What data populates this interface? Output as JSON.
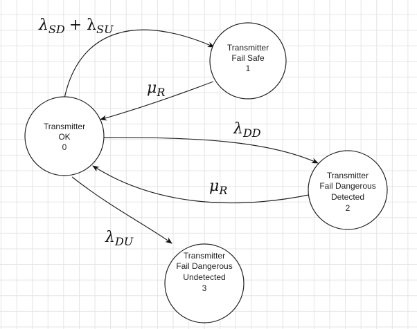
{
  "states": [
    {
      "id": "0",
      "lines": [
        "Transmitter",
        "OK",
        "0"
      ]
    },
    {
      "id": "1",
      "lines": [
        "Transmitter",
        "Fail Safe",
        "1"
      ]
    },
    {
      "id": "2",
      "lines": [
        "Transmitter",
        "Fail Dangerous",
        "Detected",
        "2"
      ]
    },
    {
      "id": "3",
      "lines": [
        "Transmitter",
        "Fail Dangerous",
        "Undetected",
        "3"
      ]
    }
  ],
  "transitions": [
    {
      "from": "0",
      "to": "1",
      "label": "λ",
      "sub": "SD",
      "label2": "+ λ",
      "sub2": "SU"
    },
    {
      "from": "1",
      "to": "0",
      "label": "μ",
      "sub": "R"
    },
    {
      "from": "0",
      "to": "2",
      "label": "λ",
      "sub": "DD"
    },
    {
      "from": "2",
      "to": "0",
      "label": "μ",
      "sub": "R"
    },
    {
      "from": "0",
      "to": "3",
      "label": "λ",
      "sub": "DU"
    }
  ]
}
